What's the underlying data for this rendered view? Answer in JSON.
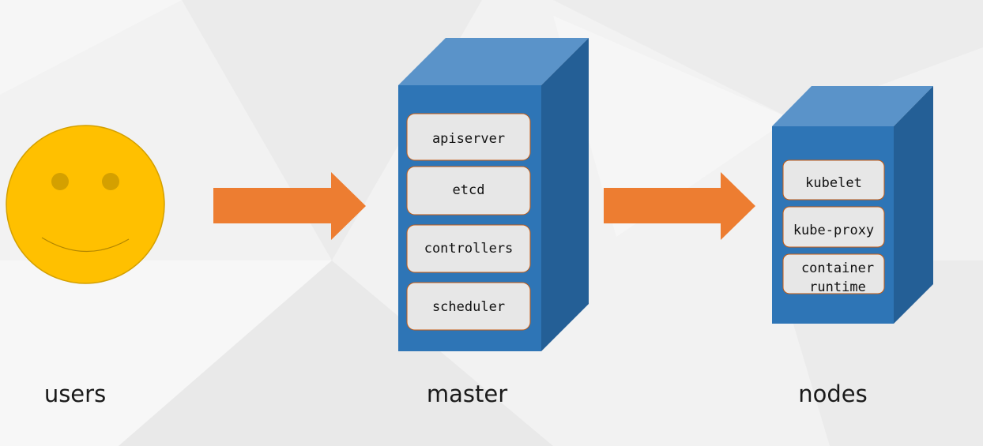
{
  "captions": {
    "users": "users",
    "master": "master",
    "nodes": "nodes"
  },
  "master": {
    "components": [
      "apiserver",
      "etcd",
      "controllers",
      "scheduler"
    ]
  },
  "node": {
    "components": [
      "kubelet",
      "kube-proxy",
      "container",
      "runtime"
    ]
  },
  "colors": {
    "background": "#f2f2f2",
    "face_fill": "#ffc000",
    "face_stroke": "#d4a000",
    "eye": "#d4a000",
    "arrow": "#ed7d31",
    "server_front": "#2e75b6",
    "server_top": "#5a93c9",
    "server_side": "#245f96",
    "component_fill": "#e7e7e7",
    "component_stroke": "#c55a11"
  },
  "icons": {
    "user": "smiley-face-icon",
    "flow": "right-arrow-icon",
    "server": "server-cube-icon"
  }
}
